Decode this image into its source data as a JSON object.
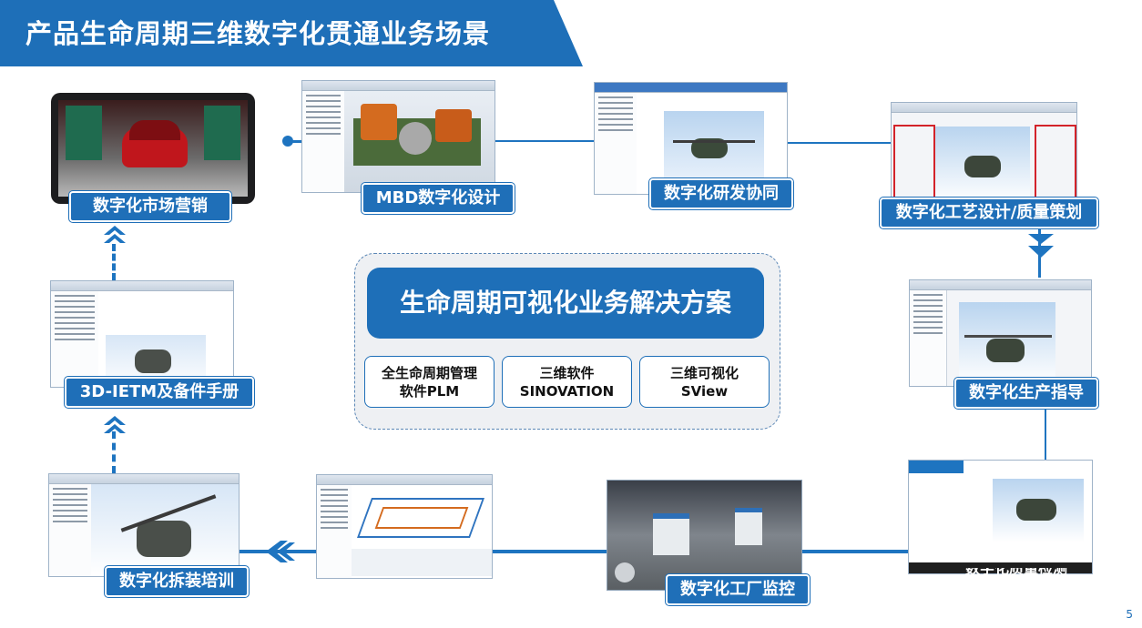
{
  "title": "产品生命周期三维数字化贯通业务场景",
  "center": {
    "heading": "生命周期可视化业务解决方案",
    "solutions": [
      {
        "line1": "全生命周期管理",
        "line2": "软件PLM"
      },
      {
        "line1": "三维软件",
        "line2": "SINOVATION"
      },
      {
        "line1": "三维可视化",
        "line2": "SView"
      }
    ]
  },
  "scenes": {
    "marketing": "数字化市场营销",
    "mbd": "MBD数字化设计",
    "rd": "数字化研发协同",
    "process": "数字化工艺设计/质量策划",
    "production": "数字化生产指导",
    "training_hidden": "数字化质量检测",
    "factory": "数字化工厂监控",
    "assembly": "数字化拆装培训",
    "ietm": "3D-IETM及备件手册"
  },
  "page_number": "5",
  "colors": {
    "primary": "#1e6fb8",
    "line": "#1e74c0"
  },
  "icons": [
    "chevron-down-icon",
    "chevron-up-icon",
    "chevron-left-icon"
  ]
}
